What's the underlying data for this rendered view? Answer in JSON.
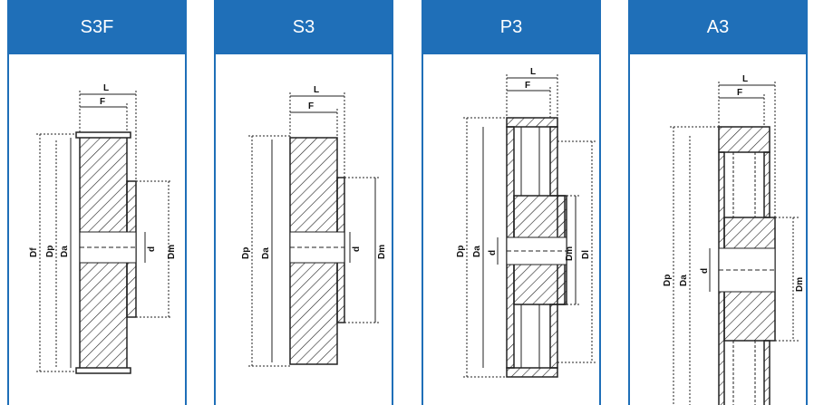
{
  "cards": [
    {
      "title": "S3F",
      "labels": {
        "L": "L",
        "F": "F",
        "Df": "Df",
        "Dp": "Dp",
        "Da": "Da",
        "d": "d",
        "Dm": "Dm"
      }
    },
    {
      "title": "S3",
      "labels": {
        "L": "L",
        "F": "F",
        "Dp": "Dp",
        "Da": "Da",
        "d": "d",
        "Dm": "Dm"
      }
    },
    {
      "title": "P3",
      "labels": {
        "L": "L",
        "F": "F",
        "Dp": "Dp",
        "Da": "Da",
        "d": "d",
        "Dm": "Dm",
        "Dl": "Dl"
      }
    },
    {
      "title": "A3",
      "labels": {
        "L": "L",
        "F": "F",
        "Dp": "Dp",
        "Da": "Da",
        "d": "d",
        "Dm": "Dm"
      }
    }
  ],
  "colors": {
    "header": "#1f6fb8",
    "header_text": "#ffffff",
    "line": "#222222"
  }
}
